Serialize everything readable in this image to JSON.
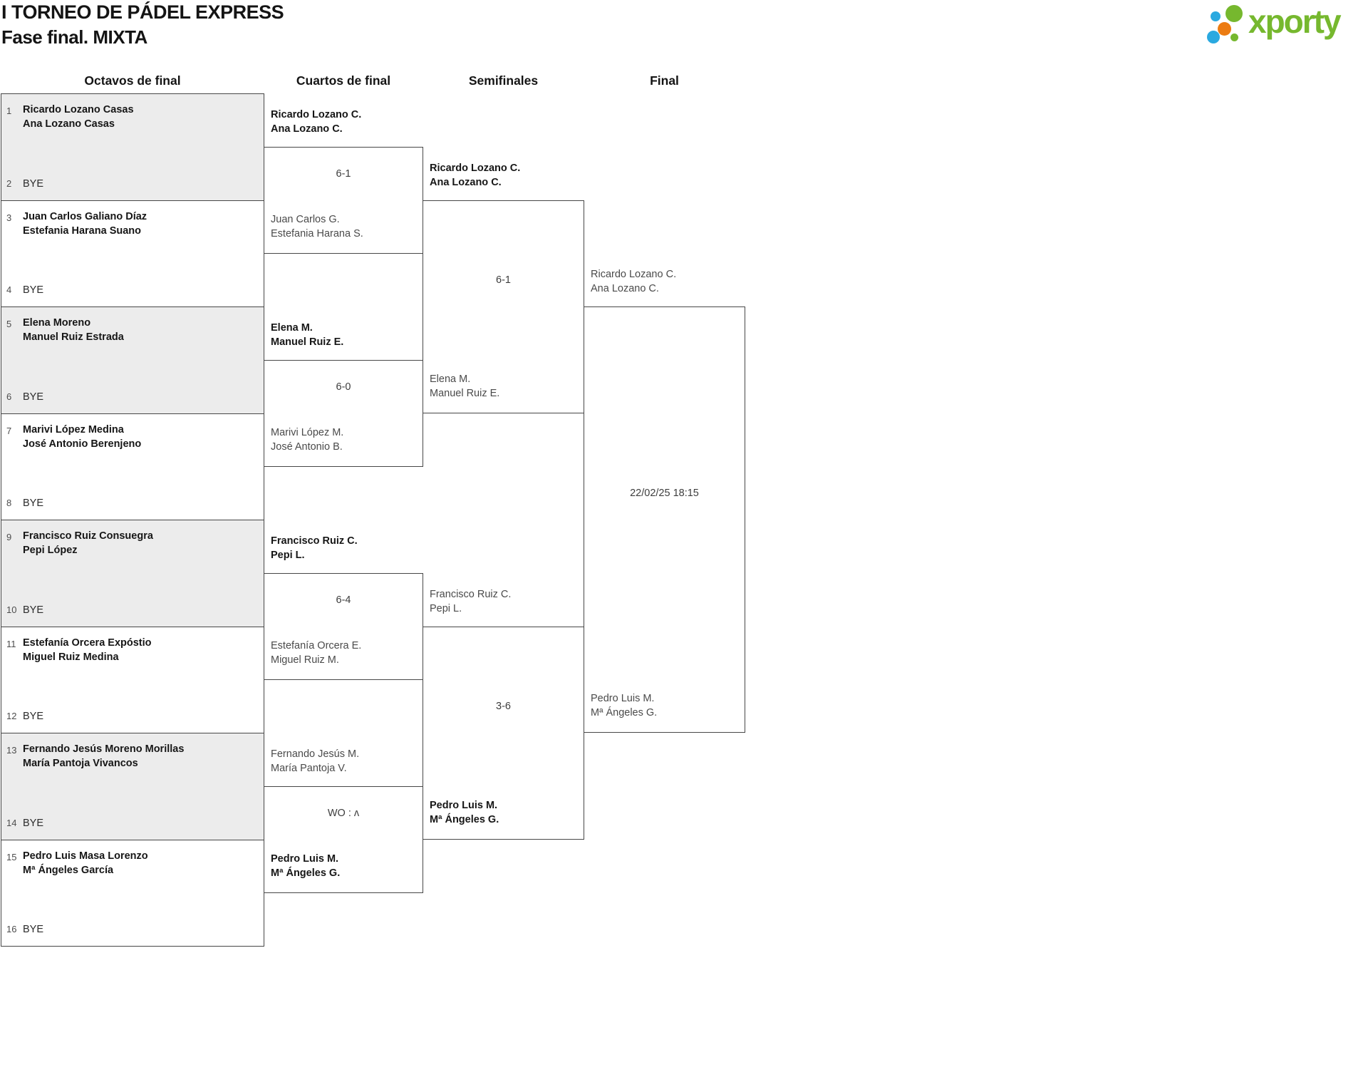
{
  "title": "I TORNEO DE PÁDEL EXPRESS",
  "subtitle": "Fase final. MIXTA",
  "logo": {
    "text": "xporty",
    "green": "#76b82e",
    "blue": "#2aa9e0",
    "orange": "#ec7c12"
  },
  "rounds": {
    "r16": "Octavos de final",
    "qf": "Cuartos de final",
    "sf": "Semifinales",
    "f": "Final"
  },
  "r16": [
    {
      "seed1": "1",
      "t1a": "Ricardo Lozano Casas",
      "t1b": "Ana Lozano Casas",
      "seed2": "2",
      "bottom": "BYE"
    },
    {
      "seed1": "3",
      "t1a": "Juan Carlos Galiano Díaz",
      "t1b": "Estefania Harana Suano",
      "seed2": "4",
      "bottom": "BYE"
    },
    {
      "seed1": "5",
      "t1a": "Elena Moreno",
      "t1b": "Manuel Ruiz Estrada",
      "seed2": "6",
      "bottom": "BYE"
    },
    {
      "seed1": "7",
      "t1a": "Marivi López Medina",
      "t1b": "José Antonio Berenjeno",
      "seed2": "8",
      "bottom": "BYE"
    },
    {
      "seed1": "9",
      "t1a": "Francisco Ruiz Consuegra",
      "t1b": "Pepi López",
      "seed2": "10",
      "bottom": "BYE"
    },
    {
      "seed1": "11",
      "t1a": "Estefanía Orcera Expóstio",
      "t1b": "Miguel Ruiz Medina",
      "seed2": "12",
      "bottom": "BYE"
    },
    {
      "seed1": "13",
      "t1a": "Fernando Jesús Moreno Morillas",
      "t1b": "María Pantoja Vivancos",
      "seed2": "14",
      "bottom": "BYE"
    },
    {
      "seed1": "15",
      "t1a": "Pedro Luis Masa Lorenzo",
      "t1b": "Mª Ángeles García",
      "seed2": "16",
      "bottom": "BYE"
    }
  ],
  "qf": [
    {
      "t1a": "Ricardo Lozano C.",
      "t1b": "Ana Lozano C.",
      "t1_win": true,
      "score": "6-1",
      "t2a": "Juan Carlos G.",
      "t2b": "Estefania Harana S.",
      "t2_win": false
    },
    {
      "t1a": "Elena M.",
      "t1b": "Manuel Ruiz E.",
      "t1_win": true,
      "score": "6-0",
      "t2a": "Marivi López M.",
      "t2b": "José Antonio B.",
      "t2_win": false
    },
    {
      "t1a": "Francisco Ruiz C.",
      "t1b": "Pepi L.",
      "t1_win": true,
      "score": "6-4",
      "t2a": "Estefanía Orcera E.",
      "t2b": "Miguel Ruiz M.",
      "t2_win": false
    },
    {
      "t1a": "Fernando Jesús M.",
      "t1b": "María Pantoja V.",
      "t1_win": false,
      "score": "WO : ʌ",
      "t2a": "Pedro Luis M.",
      "t2b": "Mª Ángeles G.",
      "t2_win": true
    }
  ],
  "sf": [
    {
      "t1a": "Ricardo Lozano C.",
      "t1b": "Ana Lozano C.",
      "t1_win": true,
      "score": "6-1",
      "t2a": "Elena M.",
      "t2b": "Manuel Ruiz E.",
      "t2_win": false
    },
    {
      "t1a": "Francisco Ruiz C.",
      "t1b": "Pepi L.",
      "t1_win": false,
      "score": "3-6",
      "t2a": "Pedro Luis M.",
      "t2b": "Mª Ángeles G.",
      "t2_win": true
    }
  ],
  "fin": {
    "t1a": "Ricardo Lozano C.",
    "t1b": "Ana Lozano C.",
    "t1_win": false,
    "schedule": "22/02/25 18:15",
    "t2a": "Pedro Luis M.",
    "t2b": "Mª Ángeles G.",
    "t2_win": false
  }
}
